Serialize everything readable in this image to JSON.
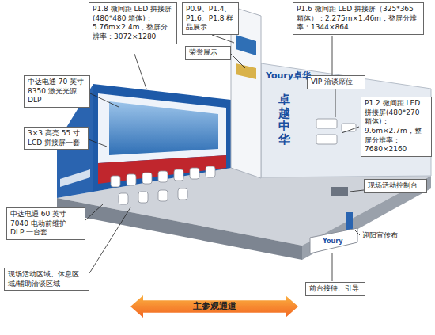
{
  "diagram": {
    "nodes": [
      {
        "text": [
          "P1.8 微间距 LED 拼接屏(480*480 箱体)：5.76m×2.4m，整屏分辨率：3072×1280"
        ]
      },
      {
        "text": [
          "P0.9、P1.4、P1.6、P1.8 样品展示"
        ]
      },
      {
        "text": [
          "P1.6 微间距 LED 拼接屏（325*365 箱体）：2.275m×1.46m，整屏分辨率：1344×864"
        ]
      },
      {
        "text": [
          "荣誉展示"
        ]
      },
      {
        "text": [
          "中达电通 70 英寸 8350 激光光源 DLP"
        ]
      },
      {
        "text": [
          "VIP 洽谈席位"
        ]
      },
      {
        "text": [
          "3×3 高亮 55 寸 LCD 拼接屏一套"
        ]
      },
      {
        "text": [
          "P1.2 微间距 LED 拼接屏(480*270 箱体)：9.6m×2.7m，整屏分辨率：7680×2160"
        ]
      },
      {
        "text": [
          "现场活动控制台"
        ]
      },
      {
        "text": [
          "中达电通 60 英寸 7040 电动前维护 DLP 一台套"
        ]
      },
      {
        "text": [
          "现场活动区域、休息区域/辅助洽谈区域"
        ]
      },
      {
        "text": [
          "前台接待、引导"
        ]
      },
      {
        "text": [
          "主参观通道"
        ]
      }
    ],
    "labels": [
      "Youry卓华",
      "卓越中华",
      "迎阳宣传布",
      "Youry"
    ]
  }
}
